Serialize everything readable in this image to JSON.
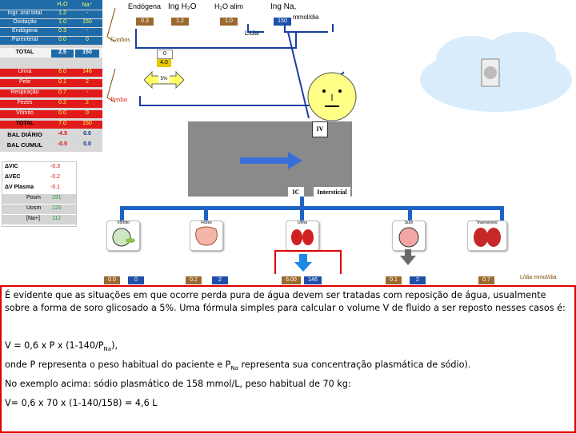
{
  "header": {
    "h2o": "H₂O",
    "na": "Na⁺",
    "endogena": "Endógena",
    "ing_h2o": "Ing H₂O",
    "h2o_alim": "H₂O alim",
    "ing_na": "Ing Na,",
    "mmol_dia": "mmol/dia",
    "l_dia": "L/dia"
  },
  "top_values": {
    "endogena": "0.3",
    "ing_h2o": "1.2",
    "h2o_alim": "1.0",
    "ing_na": "150",
    "box_a": "0",
    "box_b": "4.0",
    "box_c": "5%"
  },
  "labels": {
    "ganhos": "Ganhos",
    "perdas": "Perdas",
    "iv": "IV",
    "ic": "IC",
    "intersticial": "Intersticial"
  },
  "left_table": {
    "gains": [
      {
        "label": "Ingr. oral total",
        "h2o": "1.2",
        "na": "-"
      },
      {
        "label": "Oxidação",
        "h2o": "1.0",
        "na": "150"
      },
      {
        "label": "Endógena",
        "h2o": "0.3",
        "na": "-"
      },
      {
        "label": "Parenteral",
        "h2o": "0.0",
        "na": "0"
      }
    ],
    "total_gain": {
      "label": "TOTAL",
      "h2o": "2.5",
      "na": "150"
    },
    "losses": [
      {
        "label": "Urina",
        "h2o": "6.0",
        "na": "146"
      },
      {
        "label": "Pele",
        "h2o": "0.1",
        "na": "2"
      },
      {
        "label": "Respiração",
        "h2o": "0.7",
        "na": "-"
      },
      {
        "label": "Fezes",
        "h2o": "0.2",
        "na": "2"
      },
      {
        "label": "Vômito",
        "h2o": "0.0",
        "na": "0"
      }
    ],
    "total_loss": {
      "label": "TOTAL",
      "h2o": "7.0",
      "na": "150"
    },
    "bal_diario": {
      "label": "BAL DIÁRIO",
      "h2o": "-4.5",
      "na": "0.0"
    },
    "bal_cumul": {
      "label": "BAL CUMUL",
      "h2o": "-0.5",
      "na": "0.0"
    }
  },
  "side_table": [
    {
      "label": "ΔVIC",
      "value": "-0.3"
    },
    {
      "label": "ΔVEC",
      "value": "-0.2"
    },
    {
      "label": "ΔV Plasma",
      "value": "-0.1"
    },
    {
      "label": "Posm",
      "value": "291"
    },
    {
      "label": "Uosm",
      "value": "125"
    },
    {
      "label": "[Na+]",
      "value": "112"
    }
  ],
  "organs": [
    {
      "label": "Vômito"
    },
    {
      "label": "Fezes"
    },
    {
      "label": "Urina"
    },
    {
      "label": "Suor"
    },
    {
      "label": "\"Insensíveis\""
    }
  ],
  "bottom_values": [
    {
      "a": "0.0",
      "b": "0"
    },
    {
      "a": "0.2",
      "b": "2"
    },
    {
      "a": "6.00",
      "b": "146"
    },
    {
      "a": "0.1",
      "b": "2"
    },
    {
      "a": "0.7",
      "b": ""
    }
  ],
  "bottom_unit": "L/dia    mmol/dia",
  "text": {
    "p1": "É evidente que as situações em que ocorre perda pura de água devem ser tratadas com reposição de água, usualmente sobre a forma de soro glicosado a 5%. Uma fórmula simples para calcular o volume V de fluido a ser reposto nesses casos é:",
    "formula1_pre": "V = 0,6 x P x (1-140/P",
    "formula1_sub": "Na",
    "formula1_post": "),",
    "p2_pre": "onde P representa o peso habitual do paciente e P",
    "p2_sub": "Na",
    "p2_post": " representa sua concentração plasmática de sódio).",
    "p3": "No exemplo acima: sódio plasmático de 158 mmol/L, peso habitual de 70 kg:",
    "formula2": "V= 0,6 x 70 x (1-140/158) = 4,6 L"
  },
  "colors": {
    "blue_row": "#1e6ba8",
    "red_row": "#e11b1b",
    "blue_bar": "#1e64c8",
    "highlight_red": "#e00000",
    "arrow_yellow": "#ffff66"
  }
}
